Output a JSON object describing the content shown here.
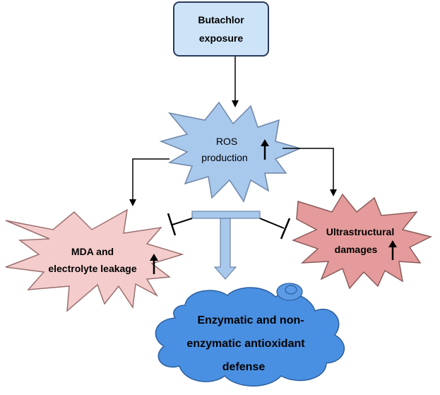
{
  "nodes": {
    "butachlor": {
      "line1": "Butachlor",
      "line2": "exposure",
      "fill": "#cde3f7",
      "stroke": "#2a3a5a"
    },
    "ros": {
      "line1": "ROS",
      "line2": "production",
      "fill": "#a8c8ec",
      "stroke": "#6e86a8",
      "indicator": "up-arrow"
    },
    "mda": {
      "line1": "MDA and",
      "line2": "electrolyte leakage",
      "fill": "#f4cccc",
      "stroke": "#9b6f6f",
      "indicator": "up-arrow"
    },
    "ultra": {
      "line1": "Ultrastructural",
      "line2": "damages",
      "fill": "#e59b9b",
      "stroke": "#8a5a5a",
      "indicator": "up-arrow"
    },
    "defense": {
      "line1": "Enzymatic and non-",
      "line2": "enzymatic antioxidant",
      "line3": "defense",
      "fill": "#4a90e2",
      "stroke": "#2c5f9e"
    }
  },
  "colors": {
    "arrow": "#000000",
    "t_bar_fill": "#a8c8ec",
    "t_bar_stroke": "#6e86a8",
    "inhibit": "#000000"
  }
}
